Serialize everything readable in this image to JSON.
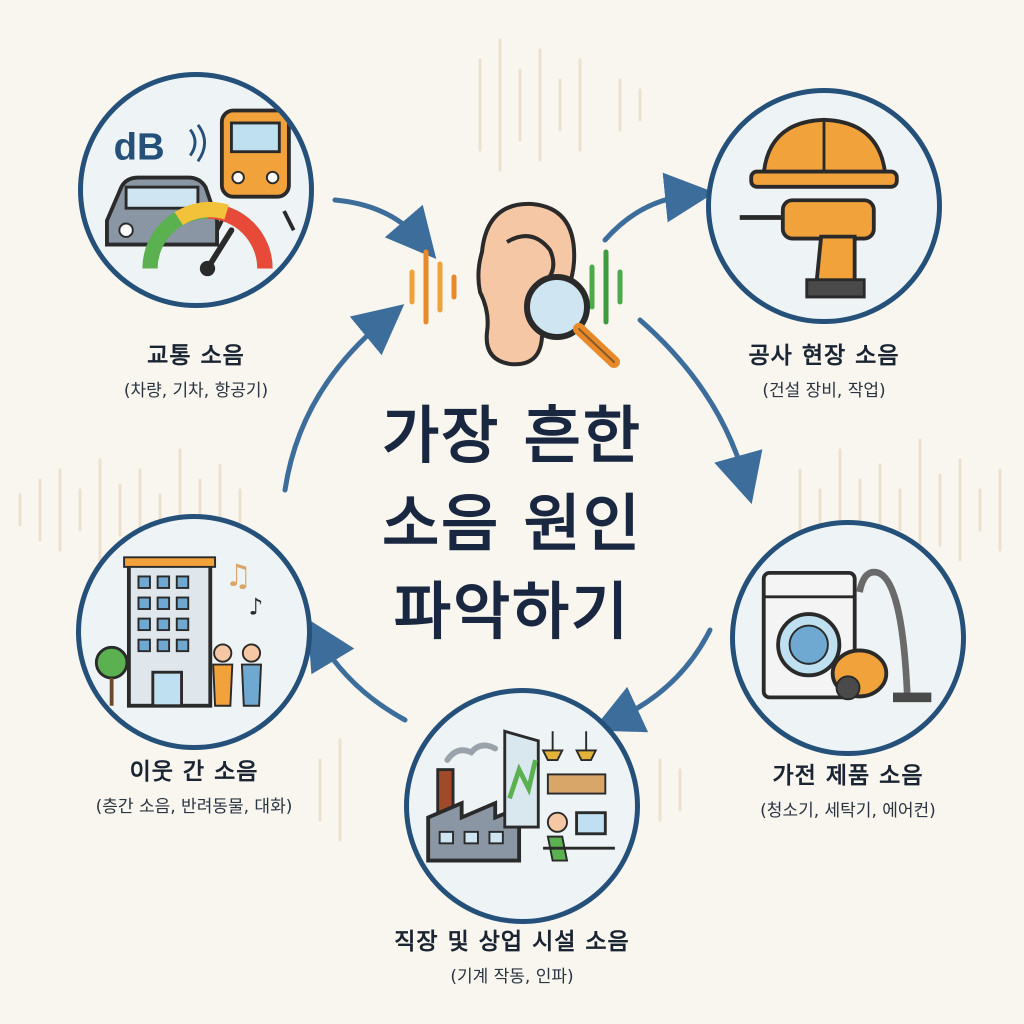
{
  "title": {
    "line1": "가장 흔한",
    "line2": "소음 원인",
    "line3": "파악하기"
  },
  "icons": {
    "db_text": "dB"
  },
  "categories": [
    {
      "name": "교통 소음",
      "sub": "(차량, 기차, 항공기)",
      "icon": "traffic-icon"
    },
    {
      "name": "공사 현장 소음",
      "sub": "(건설 장비, 작업)",
      "icon": "construction-icon"
    },
    {
      "name": "가전 제품 소음",
      "sub": "(청소기, 세탁기, 에어컨)",
      "icon": "appliance-icon"
    },
    {
      "name": "직장 및 상업 시설 소음",
      "sub": "(기계 작동, 인파)",
      "icon": "factory-office-icon"
    },
    {
      "name": "이웃 간 소음",
      "sub": "(층간 소음, 반려동물, 대화)",
      "icon": "neighbor-icon"
    }
  ],
  "colors": {
    "background": "#f8f6ee",
    "circle_border": "#24507a",
    "arrow": "#3d6e9b",
    "helmet": "#f2a23a",
    "ear": "#f6c7a4"
  }
}
